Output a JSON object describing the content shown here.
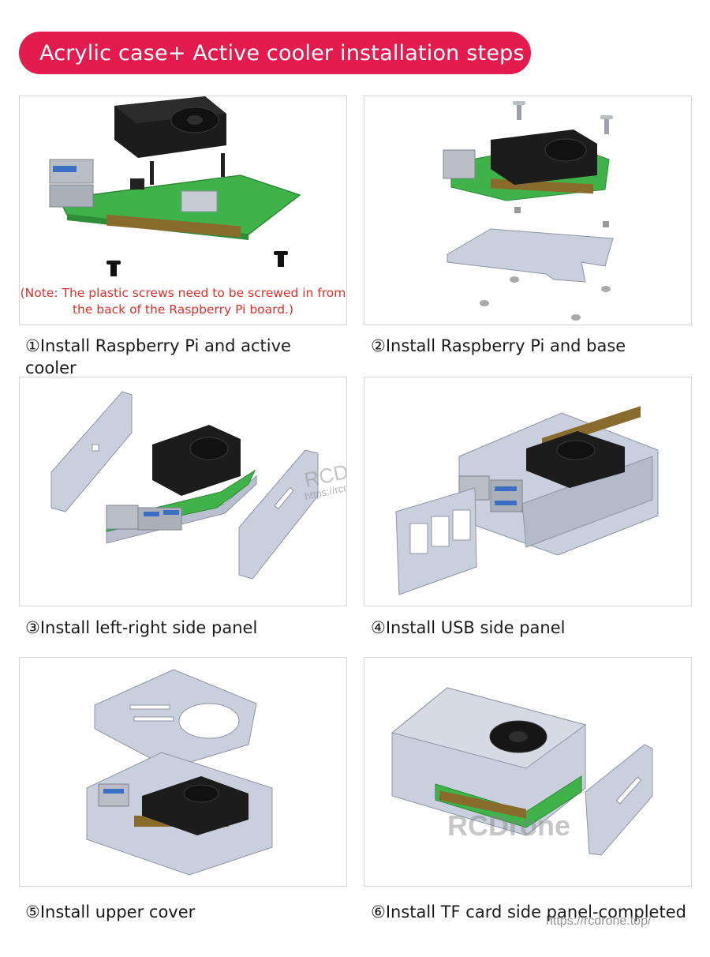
{
  "header": {
    "title": "Acrylic case+ Active cooler installation steps"
  },
  "steps": [
    {
      "caption": "①Install Raspberry Pi and active cooler",
      "note": "(Note: The plastic screws need to be screwed in from the back of the Raspberry Pi board.)"
    },
    {
      "caption": "②Install Raspberry Pi and base"
    },
    {
      "caption": "③Install left-right side panel"
    },
    {
      "caption": "④Install USB side panel"
    },
    {
      "caption": "⑤Install upper cover"
    },
    {
      "caption": "⑥Install TF card side panel-completed"
    }
  ],
  "watermarks": {
    "brand": "RCDrone",
    "url": "https://rcdrone.top/"
  },
  "colors": {
    "header_bg": "#e31b4e",
    "note_red": "#e0302c",
    "pcb_green": "#43b649",
    "acrylic": "#c9cfdc",
    "cooler": "#1c1c1c"
  }
}
